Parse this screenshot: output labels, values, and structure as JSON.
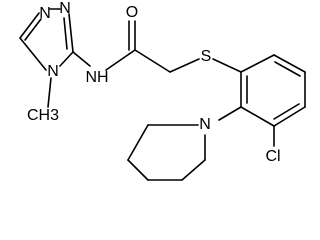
{
  "molecule": {
    "atoms": {
      "n1": "N",
      "n2": "N",
      "n4": "N",
      "methyl": "CH3",
      "nh": "NH",
      "o": "O",
      "s": "S",
      "n_pip": "N",
      "cl": "Cl"
    }
  }
}
